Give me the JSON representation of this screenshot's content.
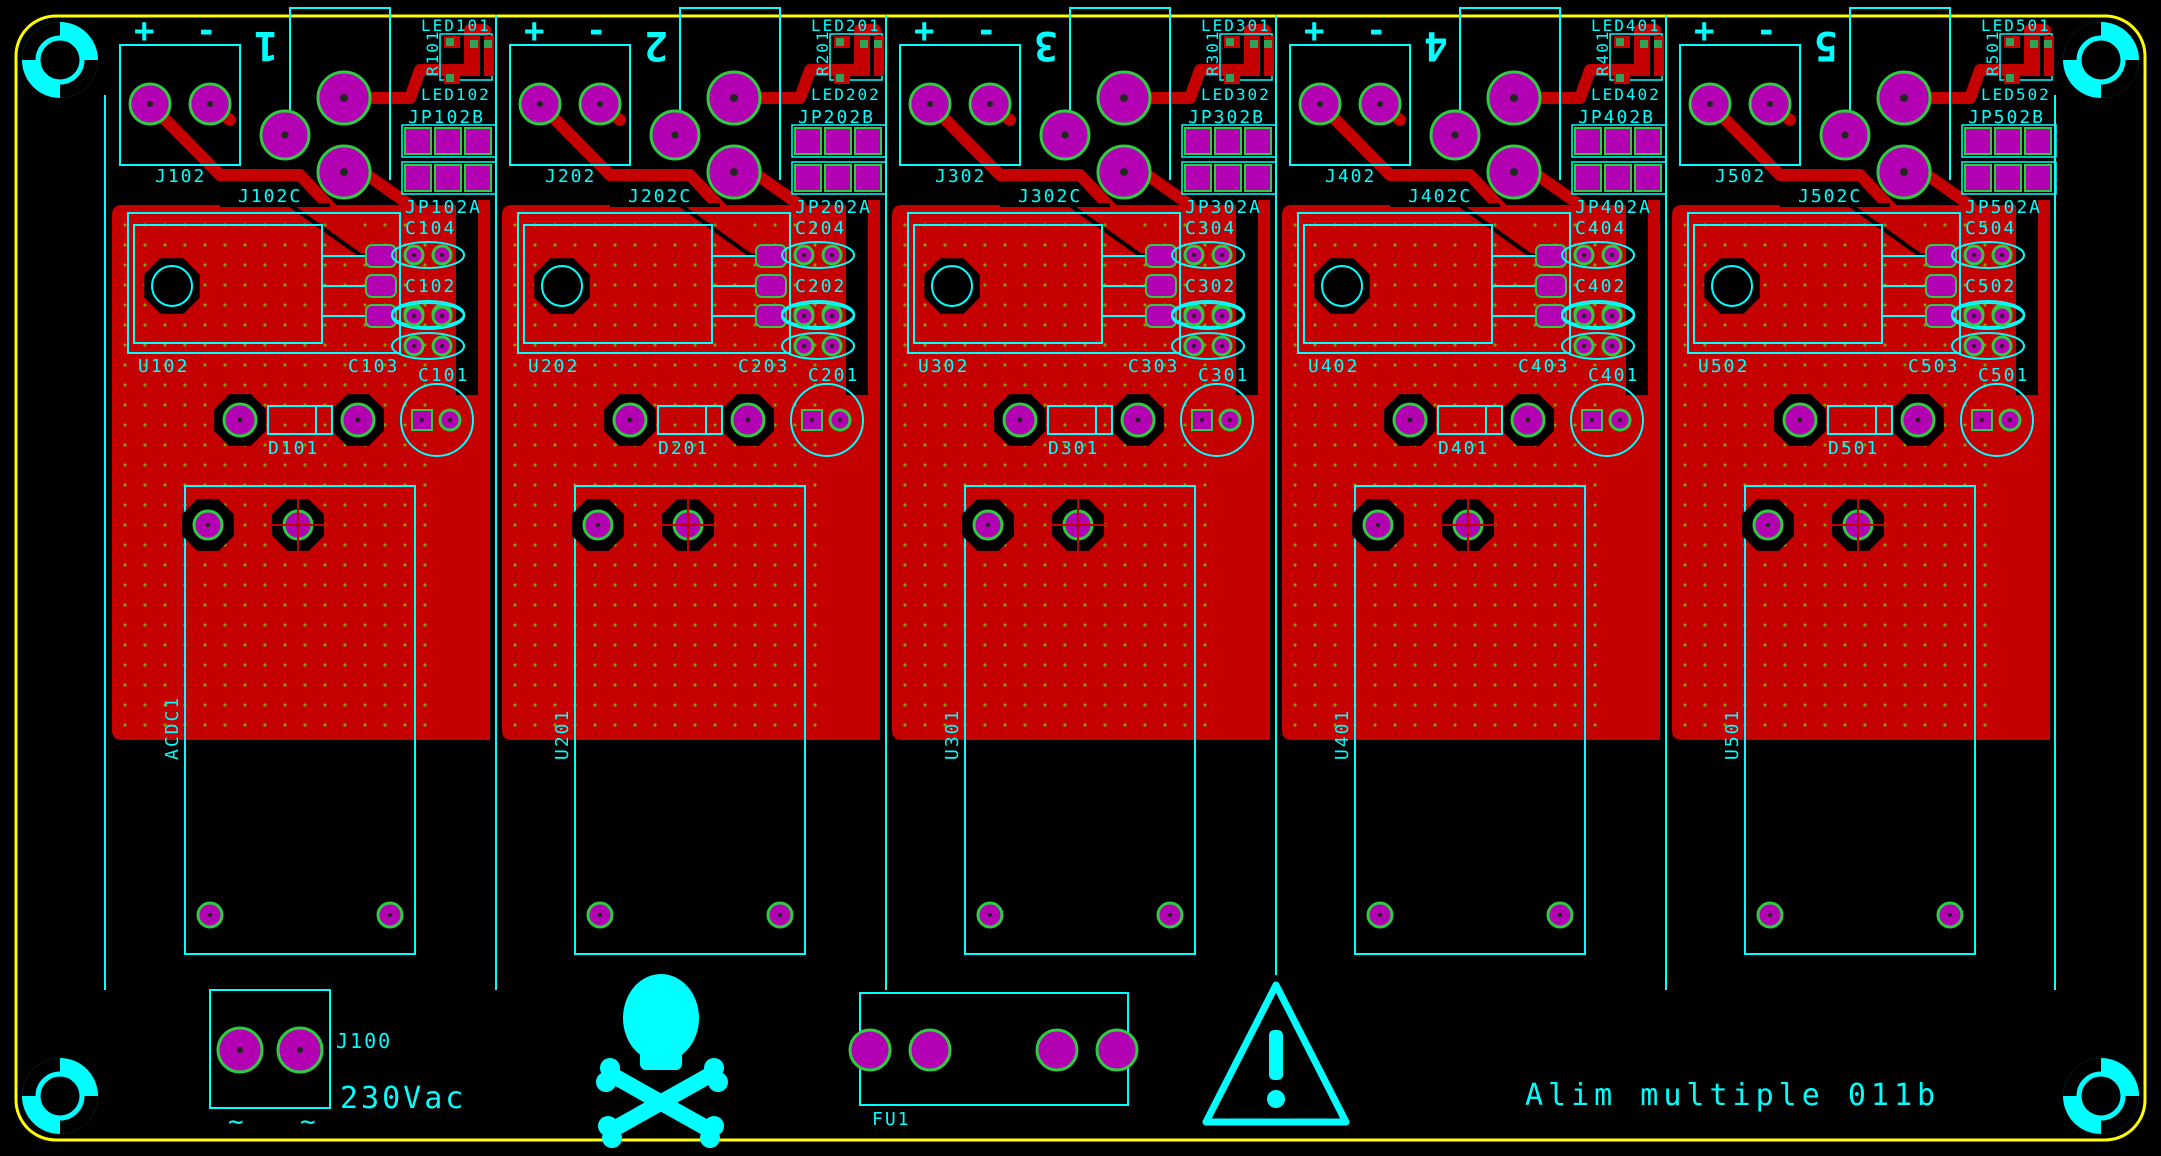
{
  "colors": {
    "background": "#000000",
    "outline": "#ffff00",
    "copper": "#c40000",
    "silk": "#00ffff",
    "pad": "#b300b3",
    "pad_ring": "#2ecc40",
    "via": "#7fa000",
    "smd": "#2fa35a"
  },
  "labels": {
    "plus": "+",
    "minus": "-",
    "ac_mark": "~",
    "j100": "J100",
    "voltage": "230Vac",
    "fuse": "FU1",
    "board_title": "Alim multiple 011b"
  },
  "channels": [
    {
      "number": "1",
      "led_a": "LED101",
      "led_b": "LED102",
      "resistor": "R101",
      "j_main": "J102",
      "j_c": "J102C",
      "jp_b": "JP102B",
      "jp_a": "JP102A",
      "c_top": "C104",
      "c_mid": "C102",
      "c_low": "C103",
      "c_radial": "C101",
      "u_reg": "U102",
      "diode": "D101",
      "module": "ACDC1"
    },
    {
      "number": "2",
      "led_a": "LED201",
      "led_b": "LED202",
      "resistor": "R201",
      "j_main": "J202",
      "j_c": "J202C",
      "jp_b": "JP202B",
      "jp_a": "JP202A",
      "c_top": "C204",
      "c_mid": "C202",
      "c_low": "C203",
      "c_radial": "C201",
      "u_reg": "U202",
      "diode": "D201",
      "module": "U201"
    },
    {
      "number": "3",
      "led_a": "LED301",
      "led_b": "LED302",
      "resistor": "R301",
      "j_main": "J302",
      "j_c": "J302C",
      "jp_b": "JP302B",
      "jp_a": "JP302A",
      "c_top": "C304",
      "c_mid": "C302",
      "c_low": "C303",
      "c_radial": "C301",
      "u_reg": "U302",
      "diode": "D301",
      "module": "U301"
    },
    {
      "number": "4",
      "led_a": "LED401",
      "led_b": "LED402",
      "resistor": "R401",
      "j_main": "J402",
      "j_c": "J402C",
      "jp_b": "JP402B",
      "jp_a": "JP402A",
      "c_top": "C404",
      "c_mid": "C402",
      "c_low": "C403",
      "c_radial": "C401",
      "u_reg": "U402",
      "diode": "D401",
      "module": "U401"
    },
    {
      "number": "5",
      "led_a": "LED501",
      "led_b": "LED502",
      "resistor": "R501",
      "j_main": "J502",
      "j_c": "J502C",
      "jp_b": "JP502B",
      "jp_a": "JP502A",
      "c_top": "C504",
      "c_mid": "C502",
      "c_low": "C503",
      "c_radial": "C501",
      "u_reg": "U502",
      "diode": "D501",
      "module": "U501"
    }
  ]
}
